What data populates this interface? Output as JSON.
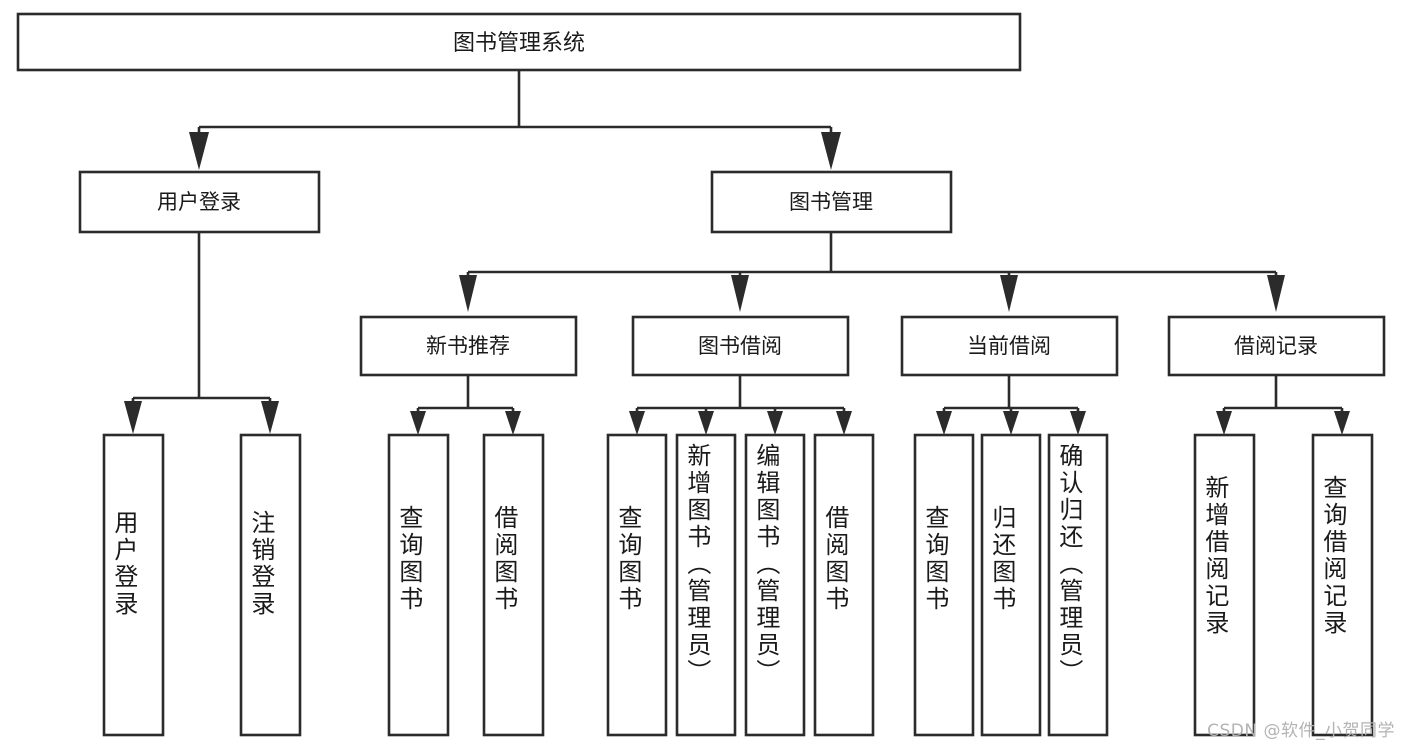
{
  "diagram": {
    "type": "tree-hierarchy",
    "title": "图书管理系统",
    "root": {
      "id": "root",
      "label": "图书管理系统",
      "orientation": "horizontal"
    },
    "level2": [
      {
        "id": "user-login",
        "label": "用户登录",
        "orientation": "horizontal"
      },
      {
        "id": "book-manage",
        "label": "图书管理",
        "orientation": "horizontal"
      }
    ],
    "level3": [
      {
        "id": "new-book-recommend",
        "label": "新书推荐",
        "orientation": "horizontal",
        "parent": "book-manage"
      },
      {
        "id": "book-borrow",
        "label": "图书借阅",
        "orientation": "horizontal",
        "parent": "book-manage"
      },
      {
        "id": "current-borrow",
        "label": "当前借阅",
        "orientation": "horizontal",
        "parent": "book-manage"
      },
      {
        "id": "borrow-record",
        "label": "借阅记录",
        "orientation": "horizontal",
        "parent": "book-manage"
      }
    ],
    "leaves": [
      {
        "id": "leaf-user-login",
        "label": "用户登录",
        "parent": "user-login",
        "orientation": "vertical"
      },
      {
        "id": "leaf-user-logout",
        "label": "注销登录",
        "parent": "user-login",
        "orientation": "vertical"
      },
      {
        "id": "leaf-query-book-1",
        "label": "查询图书",
        "parent": "new-book-recommend",
        "orientation": "vertical"
      },
      {
        "id": "leaf-borrow-book-1",
        "label": "借阅图书",
        "parent": "new-book-recommend",
        "orientation": "vertical"
      },
      {
        "id": "leaf-query-book-2",
        "label": "查询图书",
        "parent": "book-borrow",
        "orientation": "vertical"
      },
      {
        "id": "leaf-add-book",
        "label": "新增图书（管理员）",
        "parent": "book-borrow",
        "orientation": "vertical"
      },
      {
        "id": "leaf-edit-book",
        "label": "编辑图书（管理员）",
        "parent": "book-borrow",
        "orientation": "vertical"
      },
      {
        "id": "leaf-borrow-book-2",
        "label": "借阅图书",
        "parent": "book-borrow",
        "orientation": "vertical"
      },
      {
        "id": "leaf-query-book-3",
        "label": "查询图书",
        "parent": "current-borrow",
        "orientation": "vertical"
      },
      {
        "id": "leaf-return-book",
        "label": "归还图书",
        "parent": "current-borrow",
        "orientation": "vertical"
      },
      {
        "id": "leaf-confirm-return",
        "label": "确认归还（管理员）",
        "parent": "current-borrow",
        "orientation": "vertical"
      },
      {
        "id": "leaf-add-record",
        "label": "新增借阅记录",
        "parent": "borrow-record",
        "orientation": "vertical"
      },
      {
        "id": "leaf-query-record",
        "label": "查询借阅记录",
        "parent": "borrow-record",
        "orientation": "vertical"
      }
    ],
    "colors": {
      "stroke": "#2b2b2b",
      "fill": "#ffffff",
      "text": "#1a1a1a",
      "watermark": "#b3b3b3"
    }
  },
  "watermark": {
    "text": "CSDN @软件_小贺同学"
  }
}
